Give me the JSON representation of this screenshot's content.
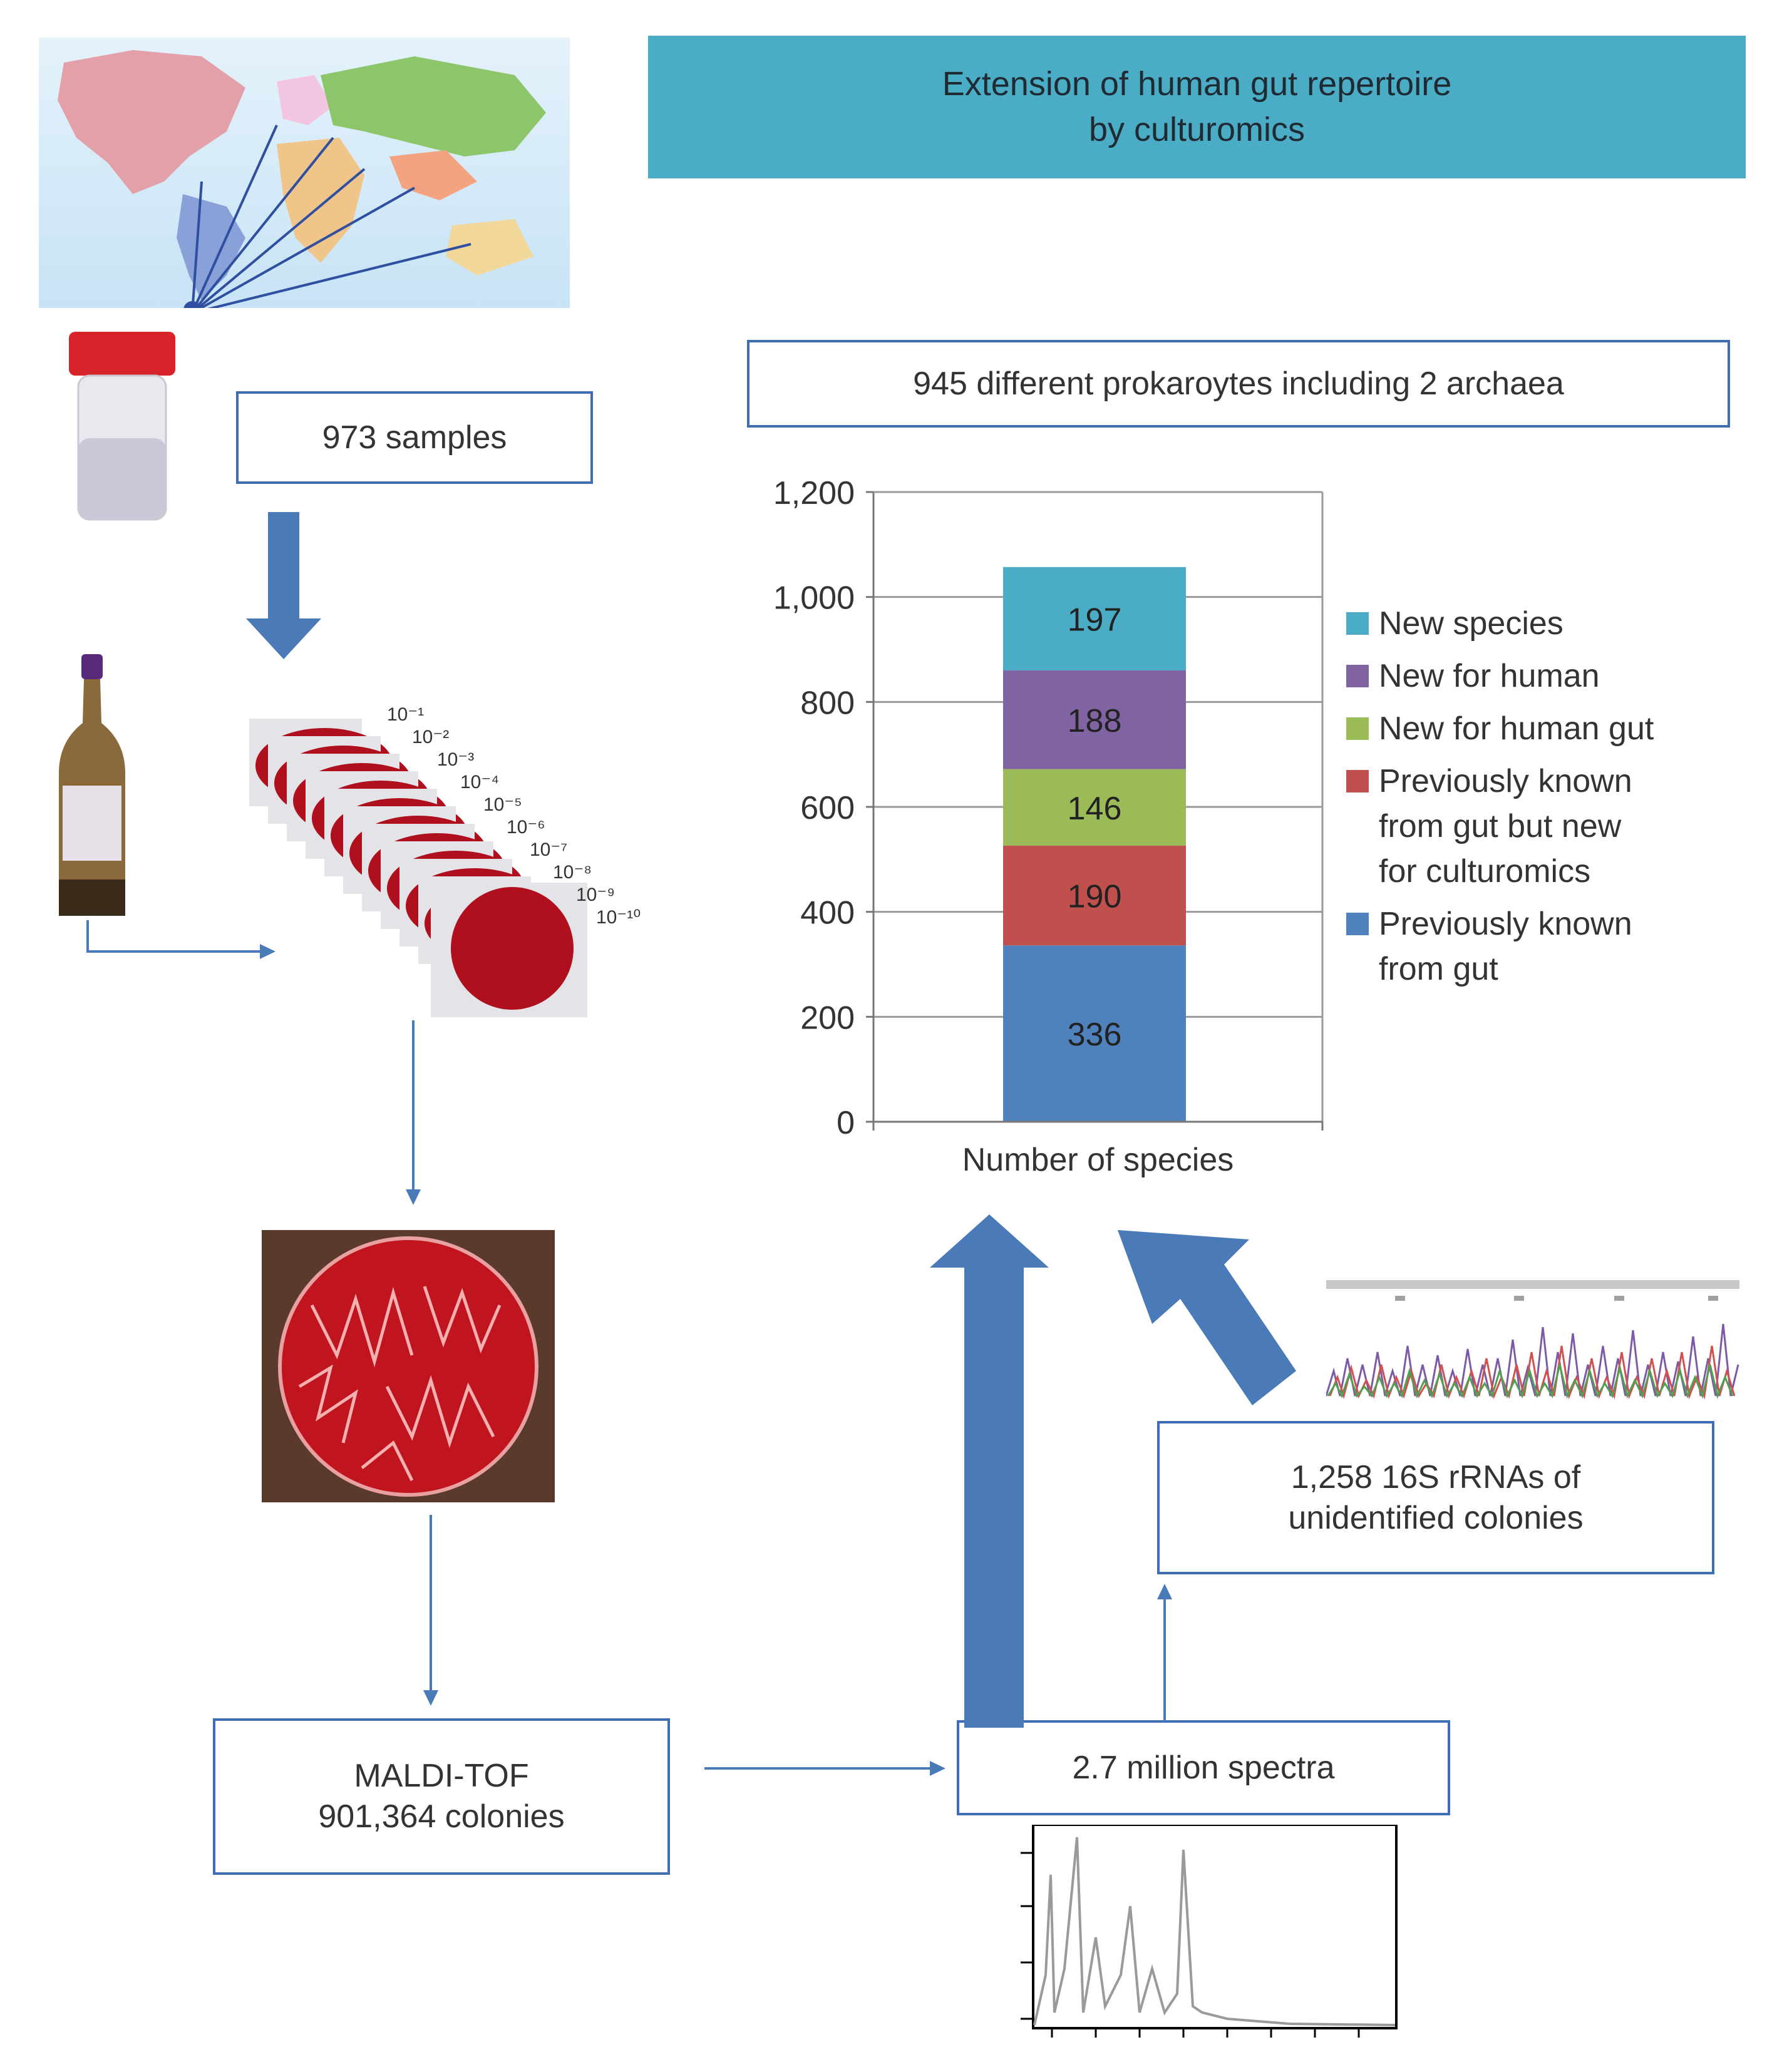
{
  "title": {
    "line1": "Extension of human gut repertoire",
    "line2": "by culturomics"
  },
  "samples_box": "973 samples",
  "prokaryotes_box": "945 different prokaroytes including 2 archaea",
  "maldi_box": {
    "line1": "MALDI-TOF",
    "line2": "901,364 colonies"
  },
  "spectra_box": "2.7 million spectra",
  "rrna_box": {
    "line1": "1,258 16S rRNAs of",
    "line2": "unidentified colonies"
  },
  "dilutions": [
    "10⁻¹",
    "10⁻²",
    "10⁻³",
    "10⁻⁴",
    "10⁻⁵",
    "10⁻⁶",
    "10⁻⁷",
    "10⁻⁸",
    "10⁻⁹",
    "10⁻¹⁰"
  ],
  "colors": {
    "box_border": "#3f6db5",
    "arrow": "#4a7ab8",
    "banner": "#4bacc6",
    "agar": "#b0101e"
  },
  "chart_data": {
    "type": "bar",
    "stacked": true,
    "xlabel": "Number of species",
    "ylim": [
      0,
      1200
    ],
    "yticks": [
      "0",
      "200",
      "400",
      "600",
      "800",
      "1,000",
      "1,200"
    ],
    "ytick_values": [
      0,
      200,
      400,
      600,
      800,
      1000,
      1200
    ],
    "grid": true,
    "legend_position": "right",
    "series": [
      {
        "name": "Previously known from gut",
        "value": 336,
        "label": "336",
        "color": "#4f81bd"
      },
      {
        "name": "Previously known from gut but new for culturomics",
        "value": 190,
        "label": "190",
        "color": "#c0504d"
      },
      {
        "name": "New for human gut",
        "value": 146,
        "label": "146",
        "color": "#9bbb59"
      },
      {
        "name": "New for human",
        "value": 188,
        "label": "188",
        "color": "#8064a2"
      },
      {
        "name": "New species",
        "value": 197,
        "label": "197",
        "color": "#4bacc6"
      }
    ],
    "legend": [
      {
        "lines": [
          "New species"
        ],
        "color": "#4bacc6"
      },
      {
        "lines": [
          "New for human"
        ],
        "color": "#8064a2"
      },
      {
        "lines": [
          "New for human gut"
        ],
        "color": "#9bbb59"
      },
      {
        "lines": [
          "Previously known",
          "from gut but new",
          "for culturomics"
        ],
        "color": "#c0504d"
      },
      {
        "lines": [
          "Previously known",
          "from gut"
        ],
        "color": "#4f81bd"
      }
    ]
  }
}
